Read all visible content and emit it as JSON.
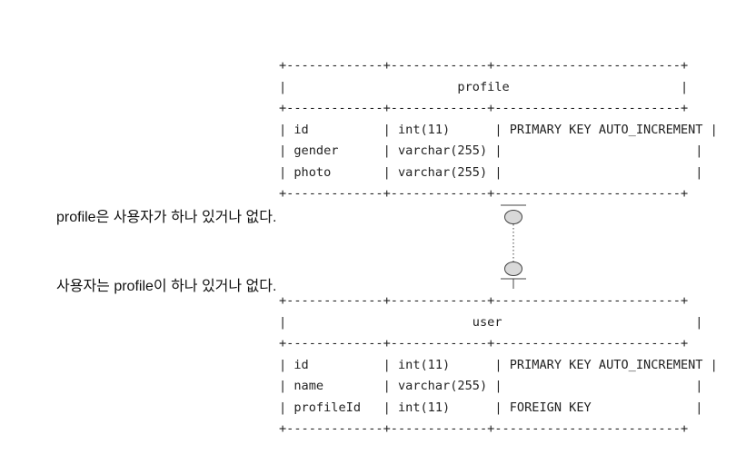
{
  "profile_table": {
    "lines": [
      "+-------------+-------------+-------------------------+",
      "|                       profile                       |",
      "+-------------+-------------+-------------------------+",
      "| id          | int(11)      | PRIMARY KEY AUTO_INCREMENT |",
      "| gender      | varchar(255) |                          |",
      "| photo       | varchar(255) |                          |",
      "+-------------+-------------+-------------------------+"
    ]
  },
  "user_table": {
    "lines": [
      "+-------------+-------------+-------------------------+",
      "|                         user                          |",
      "+-------------+-------------+-------------------------+",
      "| id          | int(11)      | PRIMARY KEY AUTO_INCREMENT |",
      "| name        | varchar(255) |                          |",
      "| profileId   | int(11)      | FOREIGN KEY              |",
      "+-------------+-------------+-------------------------+"
    ]
  },
  "notes": {
    "profile_side": "profile은 사용자가 하나 있거나 없다.",
    "user_side": "사용자는 profile이 하나 있거나 없다."
  },
  "colors": {
    "text": "#222222",
    "connector_fill": "#d9d9d9",
    "connector_stroke": "#444444"
  }
}
